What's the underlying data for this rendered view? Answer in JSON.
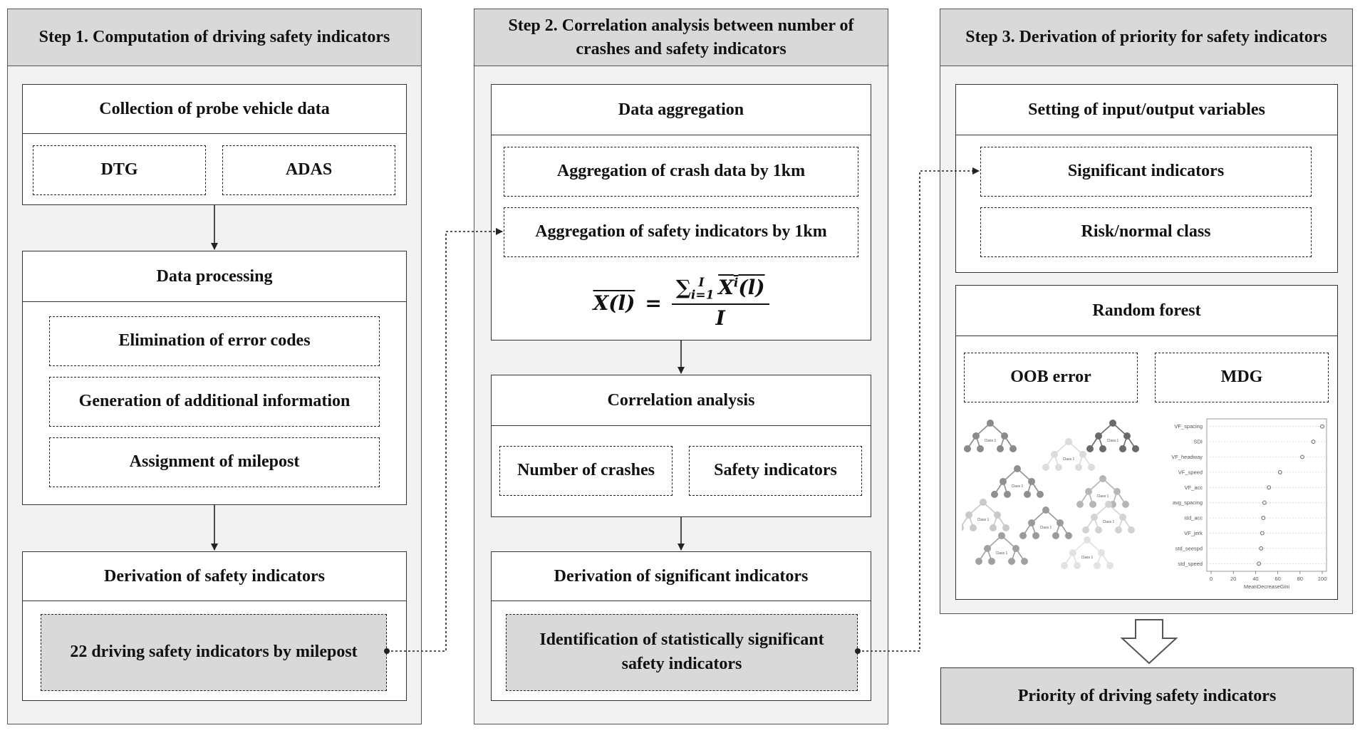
{
  "step1": {
    "header": "Step 1. Computation  of driving  safety indicators",
    "collection": {
      "title": "Collection of probe  vehicle data",
      "items": [
        "DTG",
        "ADAS"
      ]
    },
    "processing": {
      "title": "Data processing",
      "items": [
        "Elimination  of error codes",
        "Generation of additional  information",
        "Assignment  of milepost"
      ]
    },
    "derivation": {
      "title": "Derivation of safety indicators",
      "result": "22 driving  safety indicators  by milepost"
    }
  },
  "step2": {
    "header": "Step 2. Correlation  analysis between number  of crashes and safety indicators",
    "aggregation": {
      "title": "Data aggregation",
      "items": [
        "Aggregation  of crash data  by 1km",
        "Aggregation  of safety indicators  by 1km"
      ],
      "formula": {
        "lhs": "X(l)",
        "equals": "=",
        "numerator_sum": "∑",
        "numerator_sub": "i=1",
        "numerator_sup": "I",
        "numerator_term": "X",
        "numerator_term_sup": "i",
        "numerator_term_arg": "(l)",
        "denominator": "I"
      }
    },
    "correlation": {
      "title": "Correlation  analysis",
      "items": [
        "Number  of crashes",
        "Safety indicators"
      ]
    },
    "significant": {
      "title": "Derivation of significant  indicators",
      "result": "Identification  of statistically significant safety indicators"
    }
  },
  "step3": {
    "header": "Step 3. Derivation of priority  for safety indicators",
    "variables": {
      "title": "Setting of input/output  variables",
      "items": [
        "Significant  indicators",
        "Risk/normal  class"
      ]
    },
    "random_forest": {
      "title": "Random forest",
      "items": [
        "OOB error",
        "MDG"
      ],
      "tree_label": "Class 1",
      "mdg_chart": {
        "variables": [
          "VF_spacing",
          "SDI",
          "VF_headway",
          "VF_speed",
          "VF_acc",
          "avg_spacing",
          "std_acc",
          "VF_jerk",
          "std_seespd",
          "std_speed"
        ],
        "values": [
          100,
          92,
          82,
          62,
          52,
          48,
          47,
          46,
          45,
          43
        ],
        "x_ticks": [
          "0",
          "20",
          "40",
          "60",
          "80",
          "100"
        ],
        "xlim": [
          0,
          100
        ],
        "xlabel": "MeanDecreaseGini"
      }
    },
    "final": "Priority  of driving  safety indicators"
  },
  "colors": {
    "panel_bg": "#f2f2f2",
    "header_bg": "#d9d9d9",
    "result_bg": "#d9d9d9",
    "line": "#222222"
  }
}
